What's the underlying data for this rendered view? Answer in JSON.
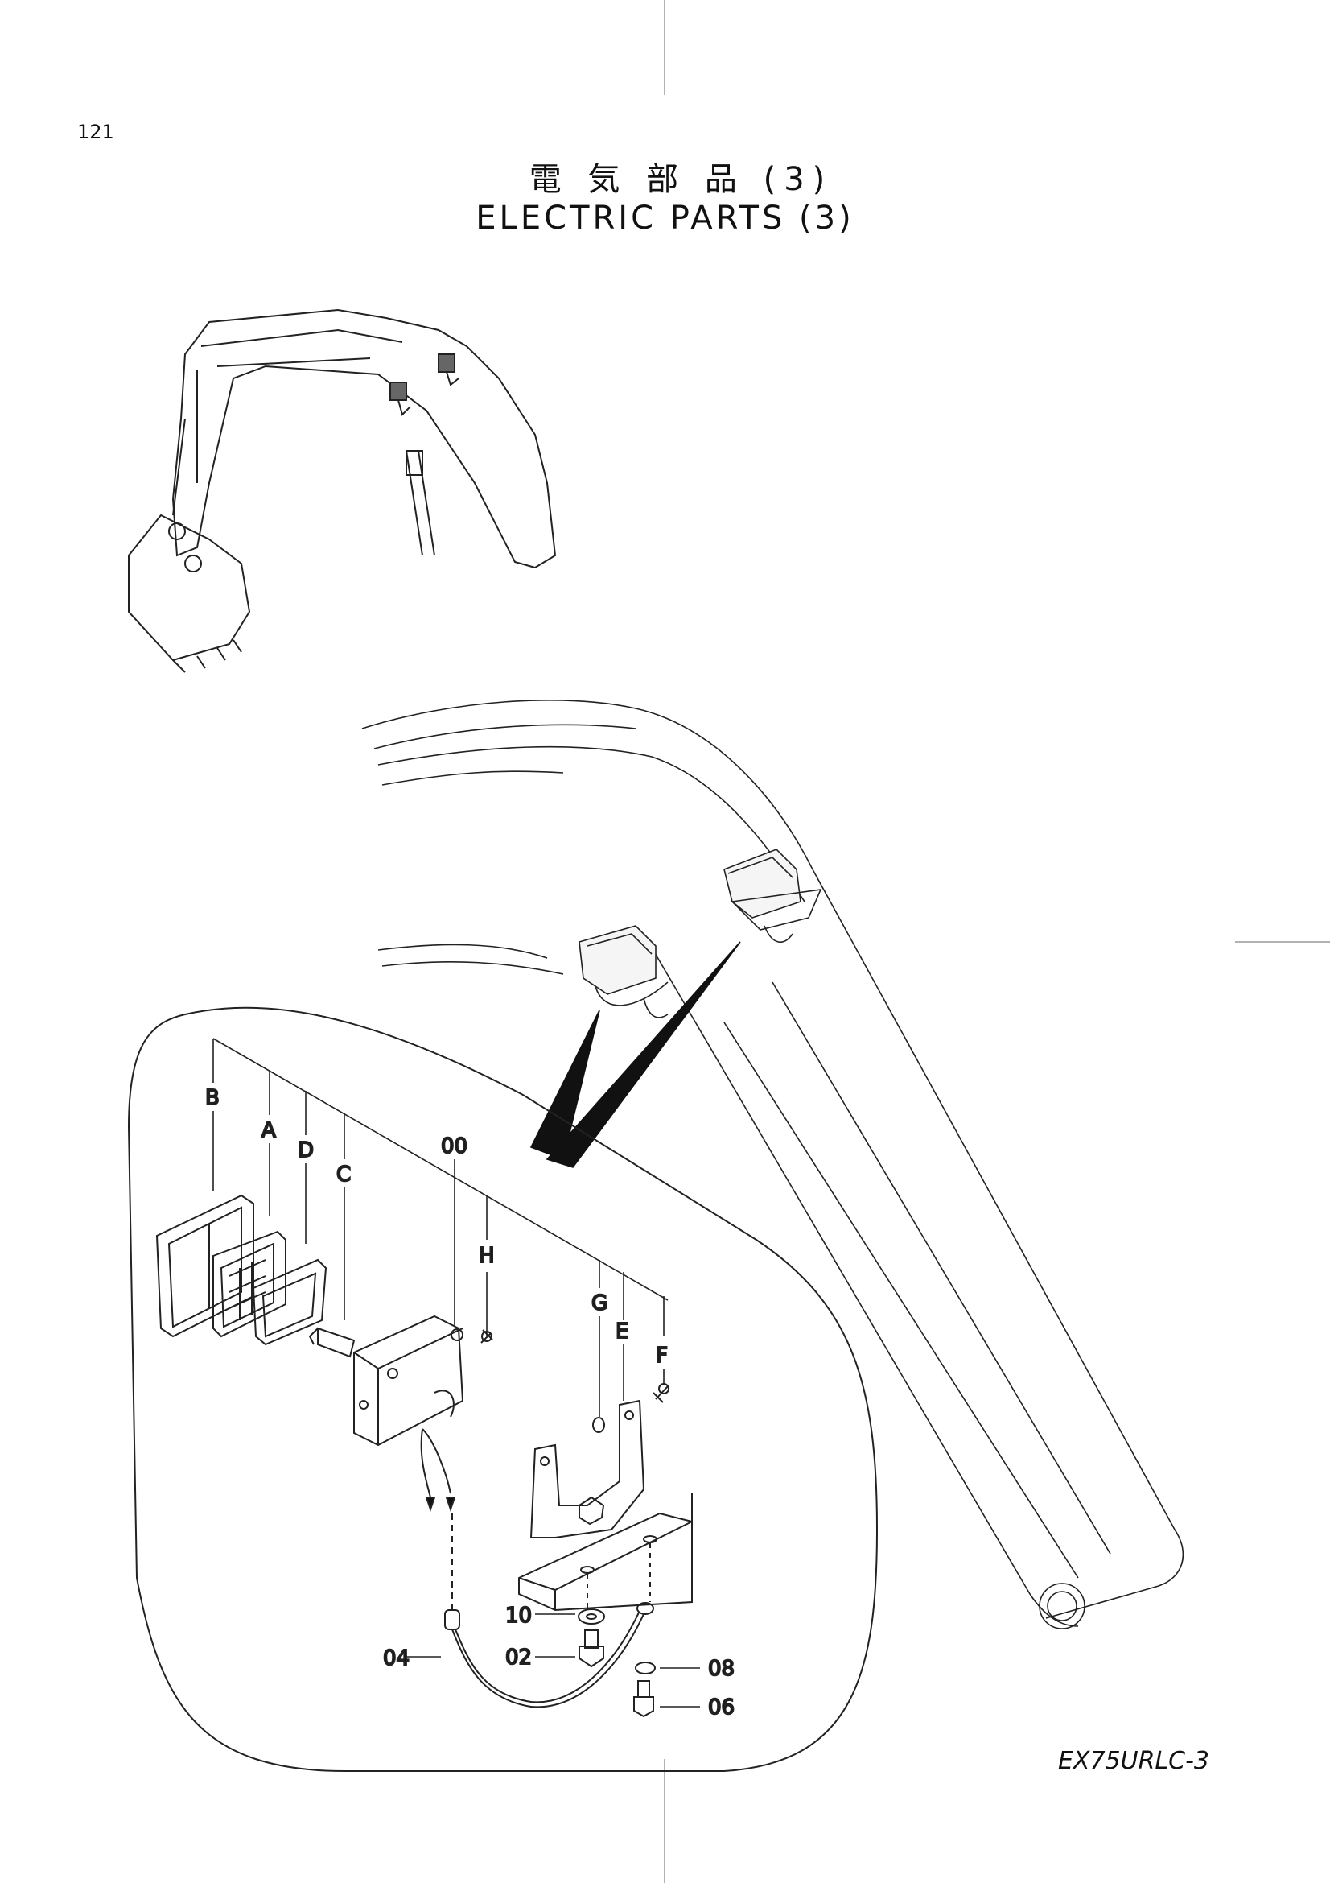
{
  "page": {
    "number": "121",
    "title_ja": "電 気 部 品 (3)",
    "title_en": "ELECTRIC PARTS (3)",
    "model_code": "EX75URLC-3"
  },
  "callouts": {
    "B": "B",
    "A": "A",
    "D": "D",
    "C": "C",
    "00": "00",
    "H": "H",
    "G": "G",
    "E": "E",
    "F": "F",
    "10": "10",
    "04": "04",
    "02": "02",
    "08": "08",
    "06": "06"
  }
}
